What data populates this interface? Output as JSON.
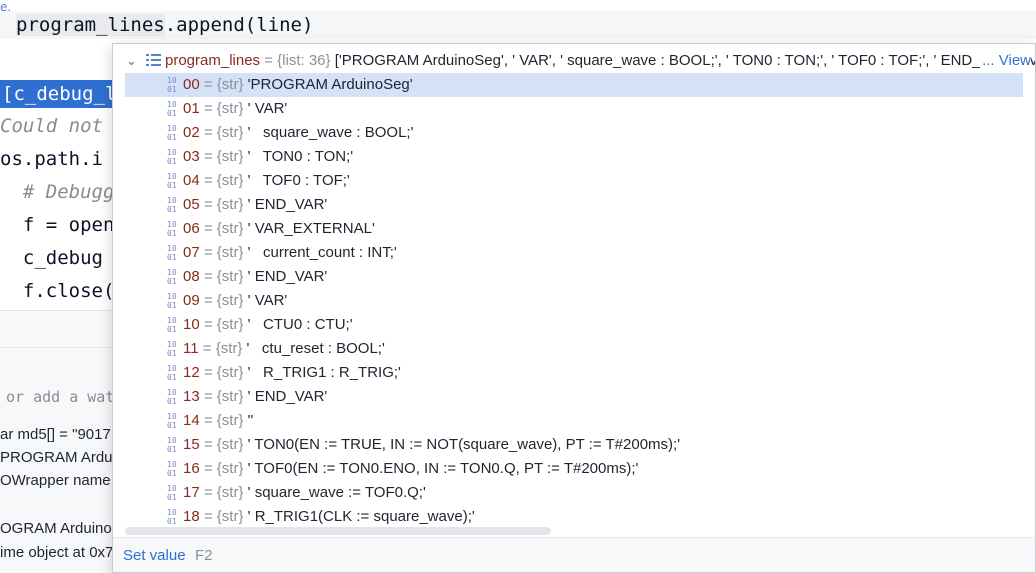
{
  "editor": {
    "top_line_prefix": "program_lines",
    "top_line_suffix": ".append(line)",
    "left_lines": [
      "[c_debug_l",
      "Could not",
      "os.path.i",
      "  # Debugg",
      "  f = open",
      "  c_debug",
      "  f.close("
    ]
  },
  "debug_panel": {
    "watch_placeholder": "or add a wat",
    "variables": [
      "ar md5[] = \"9017",
      "PROGRAM Arduin",
      "OWrapper name",
      "",
      "OGRAM ArduinoS",
      "ime object at 0x7"
    ]
  },
  "popup": {
    "var_name": "program_lines",
    "equals": " = ",
    "type_label": "{list: 36}",
    "value_preview": " ['PROGRAM ArduinoSeg', ' VAR', '   square_wave : BOOL;', '   TON0 : TON;', '   TOF0 : TOF;', ' END_VAR', ' VAR_EXTERNAL'",
    "view_label": "... View",
    "items": [
      {
        "index": "00",
        "type": "{str}",
        "value": "'PROGRAM ArduinoSeg'"
      },
      {
        "index": "01",
        "type": "{str}",
        "value": "' VAR'"
      },
      {
        "index": "02",
        "type": "{str}",
        "value": "'   square_wave : BOOL;'"
      },
      {
        "index": "03",
        "type": "{str}",
        "value": "'   TON0 : TON;'"
      },
      {
        "index": "04",
        "type": "{str}",
        "value": "'   TOF0 : TOF;'"
      },
      {
        "index": "05",
        "type": "{str}",
        "value": "' END_VAR'"
      },
      {
        "index": "06",
        "type": "{str}",
        "value": "' VAR_EXTERNAL'"
      },
      {
        "index": "07",
        "type": "{str}",
        "value": "'   current_count : INT;'"
      },
      {
        "index": "08",
        "type": "{str}",
        "value": "' END_VAR'"
      },
      {
        "index": "09",
        "type": "{str}",
        "value": "' VAR'"
      },
      {
        "index": "10",
        "type": "{str}",
        "value": "'   CTU0 : CTU;'"
      },
      {
        "index": "11",
        "type": "{str}",
        "value": "'   ctu_reset : BOOL;'"
      },
      {
        "index": "12",
        "type": "{str}",
        "value": "'   R_TRIG1 : R_TRIG;'"
      },
      {
        "index": "13",
        "type": "{str}",
        "value": "' END_VAR'"
      },
      {
        "index": "14",
        "type": "{str}",
        "value": "''"
      },
      {
        "index": "15",
        "type": "{str}",
        "value": "' TON0(EN := TRUE, IN := NOT(square_wave), PT := T#200ms);'"
      },
      {
        "index": "16",
        "type": "{str}",
        "value": "' TOF0(EN := TON0.ENO, IN := TON0.Q, PT := T#200ms);'"
      },
      {
        "index": "17",
        "type": "{str}",
        "value": "' square_wave := TOF0.Q;'"
      },
      {
        "index": "18",
        "type": "{str}",
        "value": "' R_TRIG1(CLK := square_wave);'"
      }
    ],
    "binary_icon_top": "10",
    "binary_icon_bottom": "01",
    "footer": {
      "set_value_label": "Set value",
      "shortcut": "F2"
    }
  }
}
